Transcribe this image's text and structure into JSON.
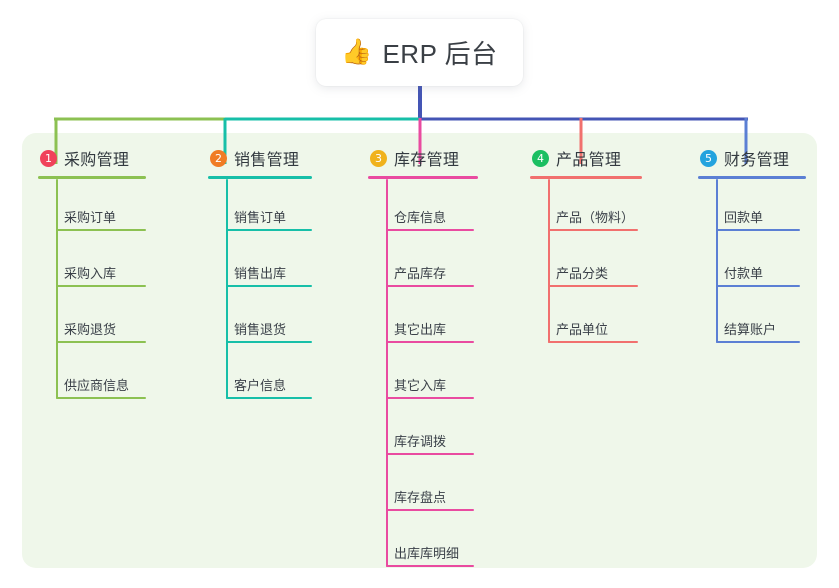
{
  "root": {
    "icon": "thumbs-up-emoji",
    "emoji": "👍",
    "title": "ERP 后台"
  },
  "colors": {
    "panel_bg": "#eff7ea",
    "root_card_bg": "#ffffff",
    "stem": "#4455b5",
    "branch_1": "#8cc152",
    "branch_2": "#17bfa8",
    "branch_3": "#e94ba0",
    "branch_4": "#f1706e",
    "branch_5": "#5b7fd4",
    "badge_1": "#f0425a",
    "badge_2": "#f07c25",
    "badge_3": "#f0b21c",
    "badge_4": "#1bbf62",
    "badge_5": "#23a3de"
  },
  "columns": [
    {
      "number": "1",
      "title": "采购管理",
      "line_color": "#8cc152",
      "badge_color": "#f0425a",
      "items": [
        "采购订单",
        "采购入库",
        "采购退货",
        "供应商信息"
      ]
    },
    {
      "number": "2",
      "title": "销售管理",
      "line_color": "#17bfa8",
      "badge_color": "#f07c25",
      "items": [
        "销售订单",
        "销售出库",
        "销售退货",
        "客户信息"
      ]
    },
    {
      "number": "3",
      "title": "库存管理",
      "line_color": "#e94ba0",
      "badge_color": "#f0b21c",
      "items": [
        "仓库信息",
        "产品库存",
        "其它出库",
        "其它入库",
        "库存调拨",
        "库存盘点",
        "出库库明细"
      ]
    },
    {
      "number": "4",
      "title": "产品管理",
      "line_color": "#f1706e",
      "badge_color": "#1bbf62",
      "items": [
        "产品（物料）",
        "产品分类",
        "产品单位"
      ]
    },
    {
      "number": "5",
      "title": "财务管理",
      "line_color": "#5b7fd4",
      "badge_color": "#23a3de",
      "items": [
        "回款单",
        "付款单",
        "结算账户"
      ]
    }
  ]
}
